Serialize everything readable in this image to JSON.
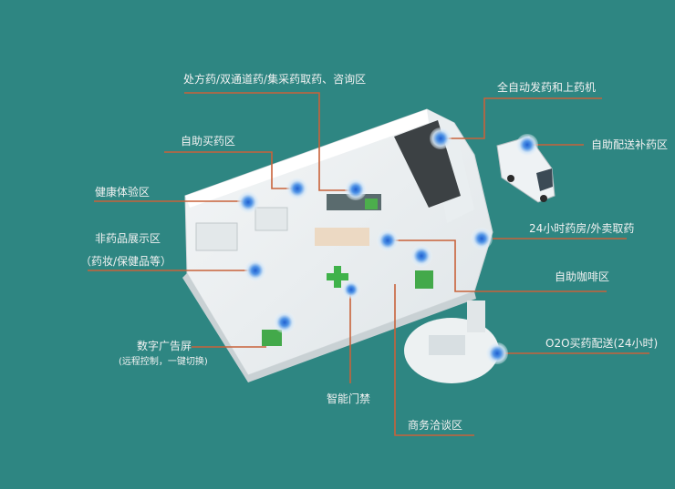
{
  "labels": {
    "prescription": "处方药/双通道药/集采药取药、咨询区",
    "self_buy": "自助买药区",
    "health": "健康体验区",
    "non_drug": "非药品展示区",
    "non_drug_sub": "（药妆/保健品等）",
    "dispenser": "全自动发药和上药机",
    "delivery_restock": "自助配送补药区",
    "pharmacy_24h": "24小时药房/外卖取药",
    "coffee": "自助咖啡区",
    "o2o": "O2O买药配送(24小时)",
    "digital_ad": "数字广告屏",
    "digital_ad_sub": "(远程控制，一键切换)",
    "access": "智能门禁",
    "business": "商务洽谈区"
  },
  "colors": {
    "background": "#2e8682",
    "leader": "#c8623a",
    "beacon": "#2a6fd6"
  }
}
